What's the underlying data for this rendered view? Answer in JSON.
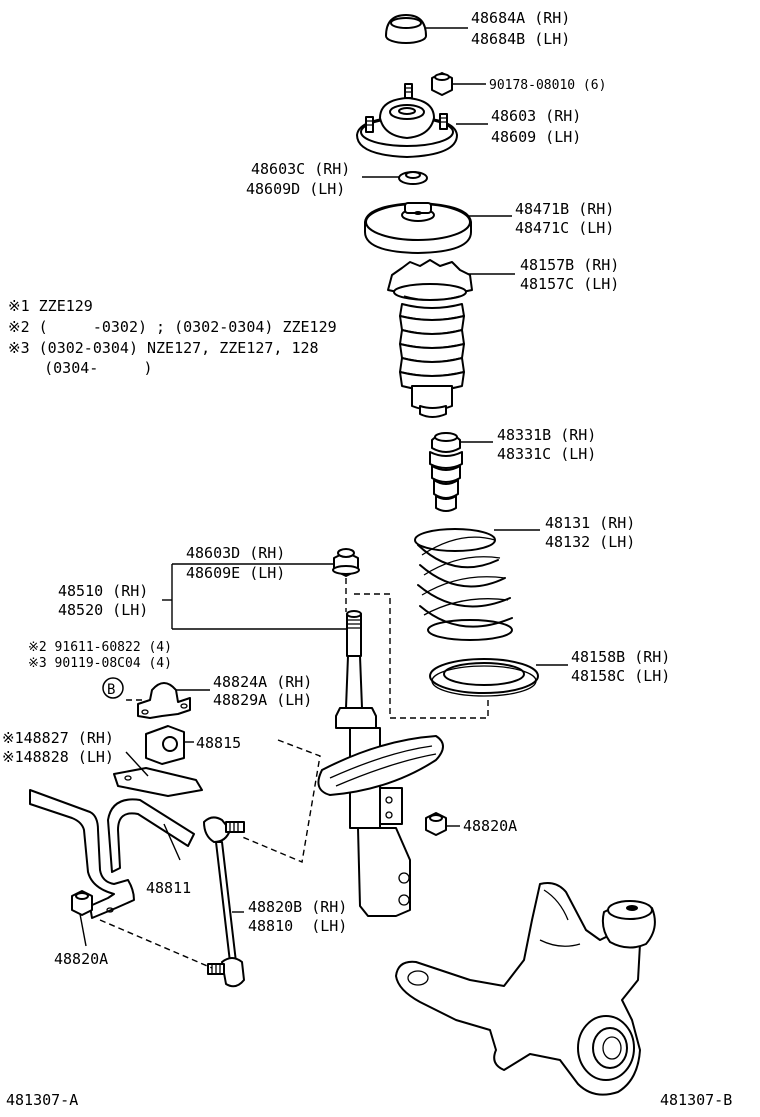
{
  "notes": {
    "line1": "※1 ZZE129",
    "line2": "※2 (     -0302) ; (0302-0304) ZZE129",
    "line3": "※3 (0302-0304) NZE127, ZZE127, 128",
    "line4": "    (0304-     )"
  },
  "parts": {
    "cap_rh": "48684A (RH)",
    "cap_lh": "48684B (LH)",
    "nut_top": "90178-08010 (6)",
    "support_rh": "48603 (RH)",
    "support_lh": "48609 (LH)",
    "collar_rh": "48603C (RH)",
    "collar_lh": "48609D (LH)",
    "seat_rh": "48471B (RH)",
    "seat_lh": "48471C (LH)",
    "boot_rh": "48157B (RH)",
    "boot_lh": "48157C (LH)",
    "bumper_rh": "48331B (RH)",
    "bumper_lh": "48331C (LH)",
    "spring_rh": "48131 (RH)",
    "spring_lh": "48132 (LH)",
    "lower_ins_rh": "48158B (RH)",
    "lower_ins_lh": "48158C (LH)",
    "strut_nut_rh": "48603D (RH)",
    "strut_nut_lh": "48609E (LH)",
    "absorber_rh": "48510 (RH)",
    "absorber_lh": "48520 (LH)",
    "bolt_2": "※2 91611-60822 (4)",
    "bolt_3": "※3 90119-08C04 (4)",
    "bracket_rh": "48824A (RH)",
    "bracket_lh": "48829A (LH)",
    "bushing": "48815",
    "br_clamp_rh": "※148827 (RH)",
    "br_clamp_lh": "※148828 (LH)",
    "stab_nut_right": "48820A",
    "stabilizer_bar": "48811",
    "link_rh": "48820B (RH)",
    "link_lh": "48810  (LH)",
    "stab_nut_left": "48820A",
    "marker_b": "B"
  },
  "footer": {
    "left_code": "481307-A",
    "right_code": "481307-B"
  }
}
